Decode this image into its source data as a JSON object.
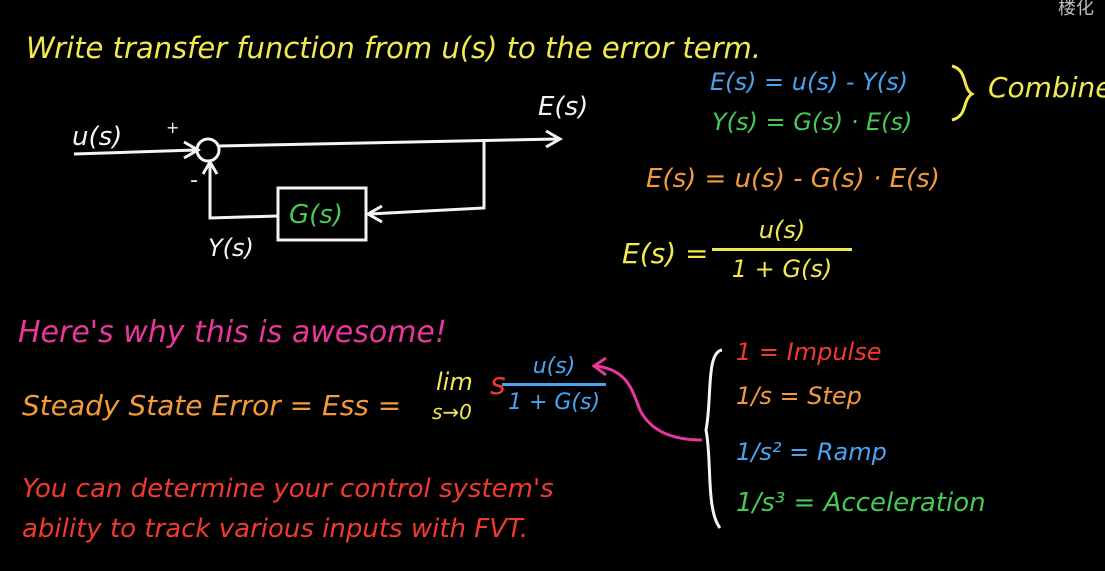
{
  "colors": {
    "yellow": "#f2e94e",
    "white": "#f4f4f4",
    "blue": "#4aa3f0",
    "green": "#47c957",
    "orange": "#f39a3b",
    "pink": "#e8369a",
    "red": "#f03a2e",
    "gray": "#bdbdbd"
  },
  "corner_text": "楼化",
  "heading": "Write transfer function from u(s) to the error term.",
  "diagram": {
    "input_label": "u(s)",
    "plus_sign": "+",
    "minus_sign": "-",
    "output_label": "E(s)",
    "block_label": "G(s)",
    "feedback_label": "Y(s)"
  },
  "equations": {
    "eq1": "E(s) = u(s) - Y(s)",
    "eq2": "Y(s) = G(s) · E(s)",
    "combine_label": "Combine",
    "eq3": "E(s) = u(s) - G(s) · E(s)",
    "eq4_lhs": "E(s) =",
    "eq4_num": "u(s)",
    "eq4_den": "1 + G(s)"
  },
  "awesome": "Here's why this is awesome!",
  "steady_state": {
    "label": "Steady State Error = Ess =",
    "lim": "lim",
    "lim_sub": "s→0",
    "s_factor": "s",
    "num": "u(s)",
    "den": "1 + G(s)"
  },
  "inputs": [
    {
      "expr": "1 = Impulse",
      "color": "red"
    },
    {
      "expr": "1/s = Step",
      "color": "orange"
    },
    {
      "expr": "1/s² = Ramp",
      "color": "blue"
    },
    {
      "expr": "1/s³ = Acceleration",
      "color": "green"
    }
  ],
  "conclusion": [
    "You can determine your control system's",
    "ability to track various inputs with FVT."
  ]
}
